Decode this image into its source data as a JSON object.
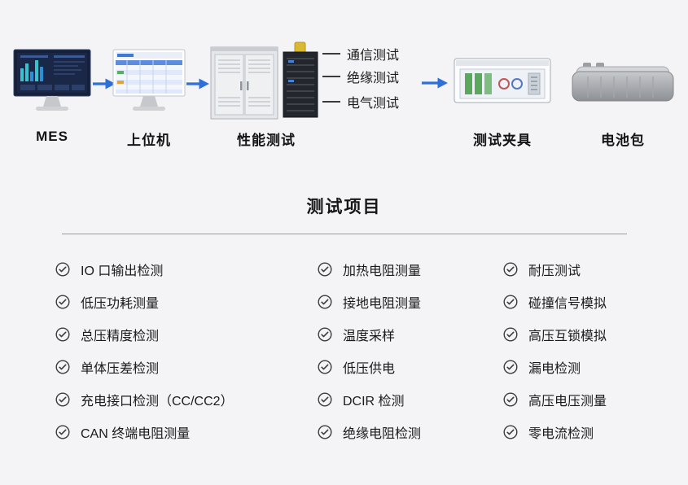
{
  "colors": {
    "accent_blue": "#2f6fd8",
    "background": "#f4f4f6",
    "text_dark": "#1c1c1c",
    "check_icon_color": "#3c3c3c"
  },
  "flow": {
    "nodes": [
      {
        "id": "mes",
        "label": "MES",
        "image": "monitor-dashboard"
      },
      {
        "id": "host",
        "label": "上位机",
        "image": "monitor-table"
      },
      {
        "id": "performance",
        "label": "性能测试",
        "image": "test-cabinets"
      },
      {
        "id": "fixture",
        "label": "测试夹具",
        "image": "test-fixture"
      },
      {
        "id": "battery",
        "label": "电池包",
        "image": "battery-pack"
      }
    ],
    "branch_tests": [
      "通信测试",
      "绝缘测试",
      "电气测试"
    ],
    "arrow_icon": "right-arrow"
  },
  "section": {
    "title": "测试项目"
  },
  "checklist": {
    "item_icon": "circle-check",
    "columns": [
      {
        "items": [
          "IO 口输出检测",
          "低压功耗测量",
          "总压精度检测",
          "单体压差检测",
          "充电接口检测（CC/CC2）",
          "CAN 终端电阻测量"
        ]
      },
      {
        "items": [
          "加热电阻测量",
          "接地电阻测量",
          "温度采样",
          "低压供电",
          "DCIR 检测",
          "绝缘电阻检测"
        ]
      },
      {
        "items": [
          "耐压测试",
          "碰撞信号模拟",
          "高压互锁模拟",
          "漏电检测",
          "高压电压测量",
          "零电流检测"
        ]
      }
    ]
  }
}
